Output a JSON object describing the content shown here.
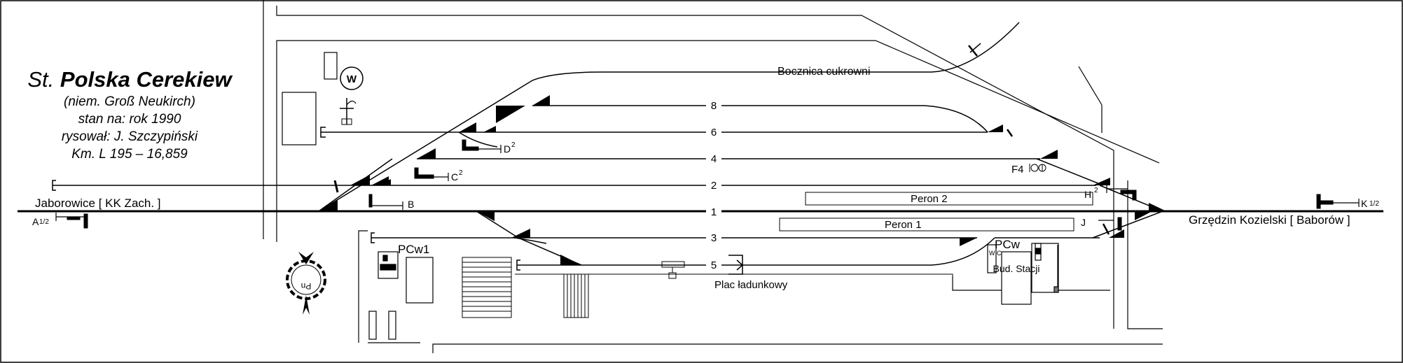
{
  "title": {
    "prefix": "St.",
    "name": "Polska Cerekiew",
    "german_name": "(niem. Groß Neukirch)",
    "state": "stan na: rok 1990",
    "author": "rysował: J. Szczypiński",
    "km": "Km. L 195 – 16,859"
  },
  "destinations": {
    "left": "Jaborowice [ KK Zach. ]",
    "right": "Grzędzin Kozielski [ Baborów ]"
  },
  "tracks": {
    "t8": "8",
    "t6": "6",
    "t4": "4",
    "t2": "2",
    "t1": "1",
    "t3": "3",
    "t5": "5"
  },
  "labels": {
    "siding": "Bocznica cukrowni",
    "platform2": "Peron 2",
    "platform1": "Peron 1",
    "loading_yard": "Plac ładunkowy",
    "pcw1": "PCw1",
    "pcw": "PCw",
    "station_building": "Bud. Stacji",
    "wc": "W C",
    "water_tower": "W",
    "compass": "Pn"
  },
  "signals": {
    "A": "A",
    "A_sub": "1/2",
    "B": "B",
    "C": "C",
    "C_sup": "2",
    "D": "D",
    "D_sup": "2",
    "F4": "F4",
    "H": "H",
    "H_sup": "2",
    "J": "J",
    "K": "K",
    "K_sub": "1/2"
  }
}
